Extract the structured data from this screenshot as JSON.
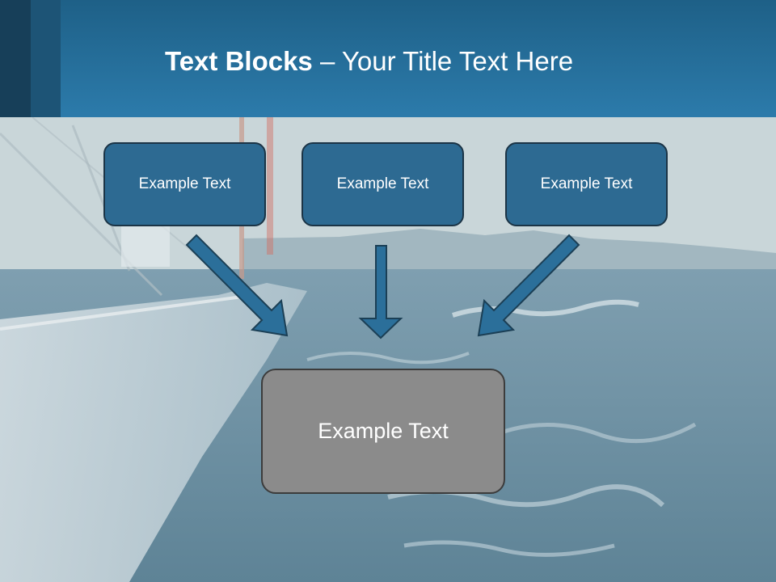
{
  "slide": {
    "title_bold": "Text Blocks",
    "title_rest": " – Your Title Text Here"
  },
  "boxes": [
    {
      "label": "Example Text"
    },
    {
      "label": "Example Text"
    },
    {
      "label": "Example Text"
    }
  ],
  "main_box": {
    "label": "Example Text"
  },
  "colors": {
    "header": "#2c7bab",
    "box_fill": "#2d6a92",
    "box_border": "#1b3446",
    "main_box_fill": "#8b8b8b",
    "arrow_fill": "#2b6f9a"
  }
}
